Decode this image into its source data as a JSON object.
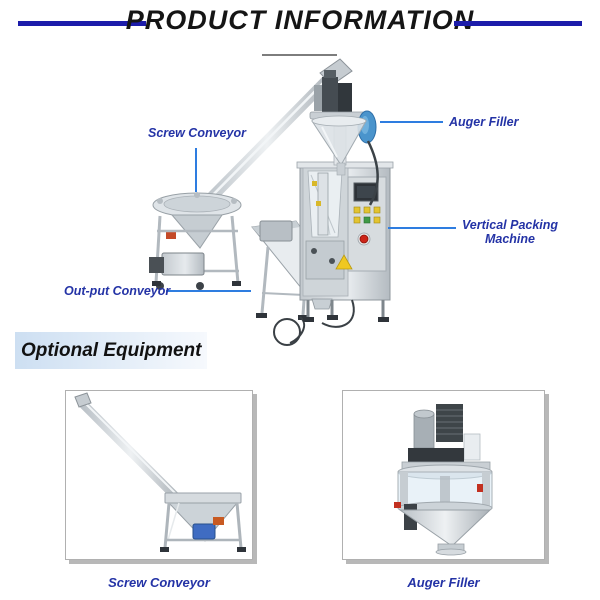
{
  "header": {
    "title": "PRODUCT INFORMATION"
  },
  "diagram": {
    "labels": {
      "screw_conveyor": "Screw Conveyor",
      "auger_filler": "Auger Filler",
      "vertical_packing_machine": "Vertical Packing Machine",
      "output_conveyor": "Out-put Conveyor"
    }
  },
  "optional_equipment": {
    "heading": "Optional Equipment",
    "items": [
      {
        "name": "screw-conveyor",
        "caption": "Screw Conveyor"
      },
      {
        "name": "auger-filler",
        "caption": "Auger Filler"
      }
    ]
  },
  "colors": {
    "title-line": "#1c1caa",
    "label-blue": "#2433a6",
    "pointer-blue": "#2e7de0",
    "heading-bg-start": "#cddff2",
    "heading-bg-end": "#f6f9fd",
    "frame-border": "#b0b0b0",
    "frame-shadow": "#b8b8b8"
  }
}
